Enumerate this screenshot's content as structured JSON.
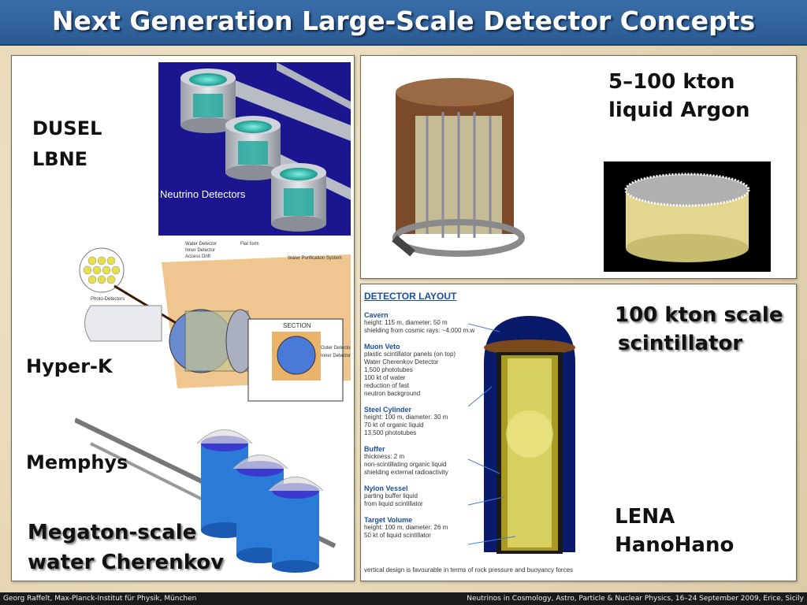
{
  "title": "Next Generation Large-Scale Detector Concepts",
  "left_panel": {
    "dusel_line1": "DUSEL",
    "dusel_line2": "LBNE",
    "dusel_image_caption": "Neutrino Detectors",
    "hyperk_label": "Hyper-K",
    "memphys_label": "Memphys",
    "megaton_line1": "Megaton-scale",
    "megaton_line2": "water Cherenkov",
    "hyperk_section_title": "SECTION",
    "hyperk_annotations": [
      "Water Detector",
      "Inner Detector",
      "Access Drift",
      "Flat form",
      "Access Drift",
      "Inner Detector",
      "Outer Detector",
      "Water Purification System",
      "Photo-Detectors"
    ]
  },
  "top_right_panel": {
    "line1": "5–100 kton",
    "line2": "liquid Argon"
  },
  "bottom_right_panel": {
    "scint_line1": "100 kton scale",
    "scint_line2": "scintillator",
    "lena_line1": "LENA",
    "hanohano_line2": "HanoHano",
    "layout_title": "DETECTOR LAYOUT",
    "sections": [
      {
        "head": "Cavern",
        "lines": [
          "height: 115 m, diameter: 50 m",
          "shielding from cosmic rays: ~4,000 m.w"
        ]
      },
      {
        "head": "Muon Veto",
        "lines": [
          "plastic scintillator panels (on top)",
          "Water Cherenkov Detector",
          "1,500 phototubes",
          "100 kt of water",
          "reduction of fast",
          "neutron background"
        ]
      },
      {
        "head": "Steel Cylinder",
        "lines": [
          "height: 100 m, diameter: 30 m",
          "70 kt of organic liquid",
          "13,500 phototubes"
        ]
      },
      {
        "head": "Buffer",
        "lines": [
          "thickness: 2 m",
          "non-scintillating organic liquid",
          "shielding external radioactivity"
        ]
      },
      {
        "head": "Nylon Vessel",
        "lines": [
          "parting buffer liquid",
          "from liquid scintillator"
        ]
      },
      {
        "head": "Target Volume",
        "lines": [
          "height: 100 m, diameter: 26 m",
          "50 kt of liquid scintillator"
        ]
      }
    ],
    "layout_footnote": "vertical design is favourable in terms of rock pressure and buoyancy forces"
  },
  "footer": {
    "left": "Georg Raffelt, Max-Planck-Institut für Physik, München",
    "right": "Neutrinos in Cosmology, Astro, Particle & Nuclear Physics, 16–24 September 2009, Erice, Sicily"
  }
}
